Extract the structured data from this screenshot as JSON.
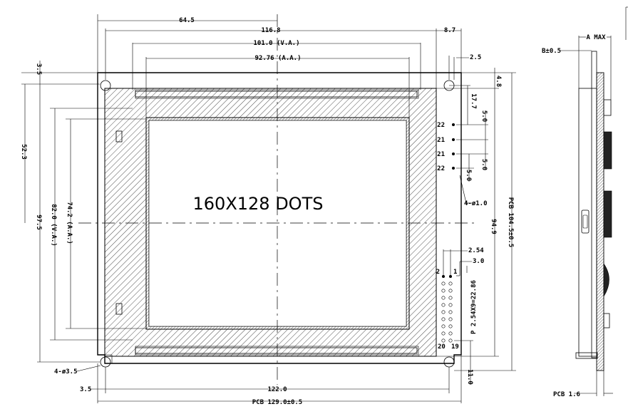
{
  "drawing": {
    "center_label": "160X128 DOTS",
    "top": {
      "d_64_5": "64.5",
      "d_116_8": "116.8",
      "d_8_7": "8.7",
      "d_101_0": "101.0 (V.A.)",
      "d_92_76": "92.76 (A.A.)",
      "d_2_5": "2.5"
    },
    "left": {
      "d_3_5": "3.5",
      "d_52_3": "52.3",
      "d_97_5": "97.5",
      "d_82_0": "82.0 (V.A.)",
      "d_74_2": "74.2 (A.A.)"
    },
    "right": {
      "d_4_8": "4.8",
      "d_17_7": "17.7",
      "d_5_0a": "5.0",
      "d_5_0b": "5.0",
      "d_5_0c": "5.0",
      "d_94_9": "94.9",
      "d_pcb_104": "PCB 104.5±0.5",
      "d_4_phi1": "4-ø1.0",
      "d_2_54": "2.54",
      "d_3_0": "3.0",
      "d_pitch": "P 2.54X9=22.86",
      "d_11_0": "11.0"
    },
    "pins": {
      "p22a": "22",
      "p21a": "21",
      "p21b": "21",
      "p22b": "22",
      "p2": "2",
      "p1": "1",
      "p20": "20",
      "p19": "19"
    },
    "bottom": {
      "d_4_phi35": "4-ø3.5",
      "d_3_5b": "3.5",
      "d_122": "122.0",
      "d_pcb_129": "PCB 129.0±0.5"
    },
    "side": {
      "d_a_max": "A MAX",
      "d_b": "B±0.5",
      "d_pcb_1_6": "PCB 1.6"
    }
  }
}
